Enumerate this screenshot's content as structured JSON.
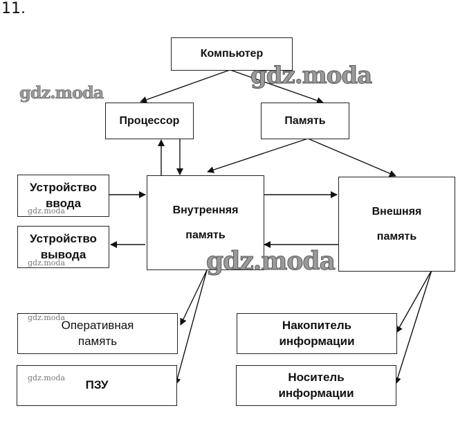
{
  "task_number": "11.",
  "nodes": {
    "computer": "Компьютер",
    "processor": "Процессор",
    "memory": "Память",
    "input_device": [
      "Устройство",
      "ввода"
    ],
    "output_device": [
      "Устройство",
      "вывода"
    ],
    "internal_memory": [
      "Внутренняя",
      "память"
    ],
    "external_memory": [
      "Внешняя",
      "память"
    ],
    "ram": [
      "Оперативная",
      "память"
    ],
    "rom": "ПЗУ",
    "storage_device": [
      "Накопитель",
      "информации"
    ],
    "storage_medium": [
      "Носитель",
      "информации"
    ]
  },
  "edges": [
    {
      "from": "computer",
      "to": "processor"
    },
    {
      "from": "computer",
      "to": "memory"
    },
    {
      "from": "memory",
      "to": "internal_memory"
    },
    {
      "from": "memory",
      "to": "external_memory"
    },
    {
      "from": "internal_memory",
      "to": "processor"
    },
    {
      "from": "processor",
      "to": "internal_memory"
    },
    {
      "from": "input_device",
      "to": "internal_memory"
    },
    {
      "from": "internal_memory",
      "to": "output_device"
    },
    {
      "from": "internal_memory",
      "to": "external_memory"
    },
    {
      "from": "external_memory",
      "to": "internal_memory"
    },
    {
      "from": "internal_memory",
      "to": "ram"
    },
    {
      "from": "internal_memory",
      "to": "rom"
    },
    {
      "from": "external_memory",
      "to": "storage_device"
    },
    {
      "from": "external_memory",
      "to": "storage_medium"
    }
  ],
  "watermarks": {
    "large": "gdz.moda",
    "small": "gdz.moda"
  }
}
